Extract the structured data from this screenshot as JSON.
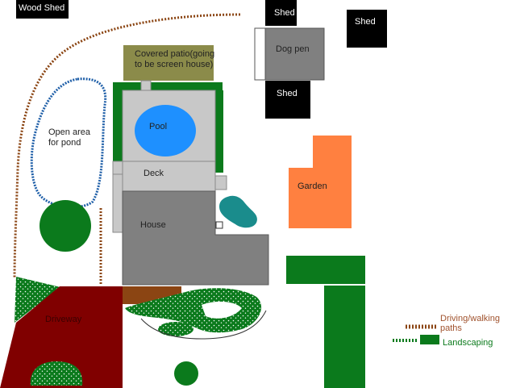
{
  "labels": {
    "wood_shed": "Wood Shed",
    "shed_top": "Shed",
    "shed_right": "Shed",
    "shed_bottom": "Shed",
    "dog_pen": "Dog pen",
    "covered_patio": "Covered patio(going to be screen house)",
    "pool": "Pool",
    "open_area": "Open area for pond",
    "deck": "Deck",
    "house": "House",
    "garden": "Garden",
    "driveway": "Driveway"
  },
  "legend": {
    "paths": "Driving/walking paths",
    "landscaping": "Landscaping"
  },
  "colors": {
    "path_brown": "#8b4513",
    "landscaping_green": "#0b7a1c",
    "shed_black": "#000000",
    "house_gray": "#808080",
    "deck_gray": "#c8c8c8",
    "pool_blue": "#1e90ff",
    "patio_olive": "#8b8b4a",
    "garden_orange": "#ff8040",
    "driveway_maroon": "#800000",
    "pond_teal": "#1a8c8c",
    "pond_outline_blue": "#1f5fa8",
    "legend_paths_text": "#a0522d",
    "legend_landscaping_text": "#0b7a1c"
  }
}
